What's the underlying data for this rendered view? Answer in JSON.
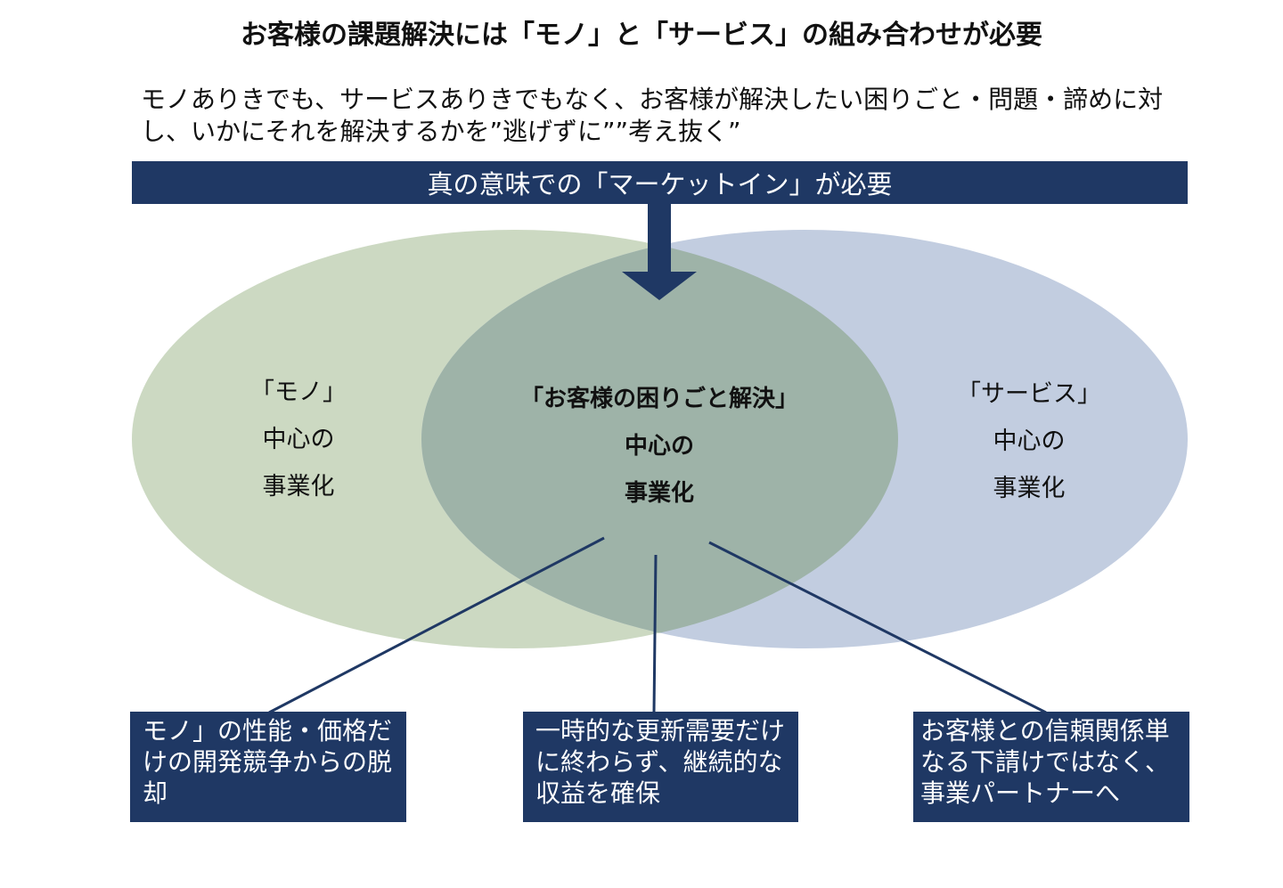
{
  "title": "お客様の課題解決には「モノ」と「サービス」の組み合わせが必要",
  "subtitle": "モノありきでも、サービスありきでもなく、お客様が解決したい困りごと・問題・諦めに対し、いかにそれを解決するかを”逃げずに””考え抜く”",
  "banner": "真の意味での「マーケットイン」が必要",
  "circles": {
    "left": [
      "「モノ」",
      "中心の",
      "事業化"
    ],
    "right": [
      "「サービス」",
      "中心の",
      "事業化"
    ],
    "center": [
      "「お客様の困りごと解決」",
      "中心の",
      "事業化"
    ]
  },
  "boxes": [
    "モノ」の性能・価格だけの開発競争からの脱却",
    "一時的な更新需要だけに終わらず、継続的な収益を確保",
    "お客様との信頼関係単なる下請けではなく、事業パートナーへ"
  ],
  "colors": {
    "navy": "#1f3864",
    "green_ellipse": "#ccd9c2",
    "blue_ellipse": "#c2cde0",
    "overlap": "#9eb3a8"
  }
}
